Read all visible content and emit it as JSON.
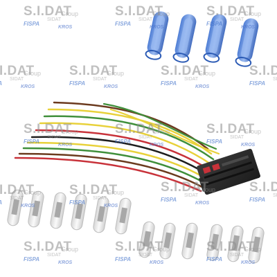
{
  "image": {
    "description_id": "wire-harness-repair-kit",
    "background_color": "#ffffff"
  },
  "watermark": {
    "brand": "S.I.DAT",
    "group": "Group",
    "sub_brand_small": "SIDAT",
    "fispa": "FISPA",
    "kros": "KROS"
  },
  "colors": {
    "connector": "#2b2b2b",
    "connector_latch": "#c8323a",
    "sleeve_blue": "#4a7fd6",
    "sleeve_clear": "#e6e6e6",
    "wire_brown": "#6b3a1e",
    "wire_yellow": "#e8d13a",
    "wire_green": "#3f8f3a",
    "wire_red": "#c8323a",
    "wire_black": "#1e1e1e"
  }
}
